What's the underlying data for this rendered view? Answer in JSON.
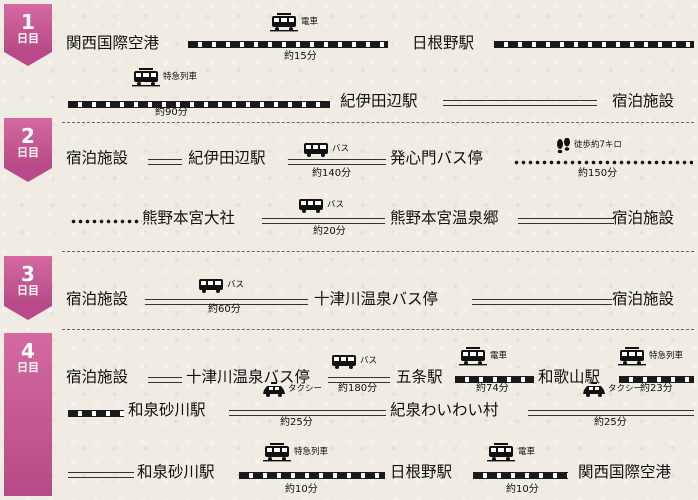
{
  "days": [
    {
      "num": "1",
      "unit": "日目"
    },
    {
      "num": "2",
      "unit": "日目"
    },
    {
      "num": "3",
      "unit": "日目"
    },
    {
      "num": "4",
      "unit": "日目"
    }
  ],
  "stations": {
    "kix": "関西国際空港",
    "hine": "日根野駅",
    "kii_tanabe": "紀伊田辺駅",
    "shukuhaku": "宿泊施設",
    "hosshinmon": "発心門バス停",
    "taisha": "熊野本宮大社",
    "hongu_onsen": "熊野本宮温泉郷",
    "totsukawa": "十津川温泉バス停",
    "gojo": "五条駅",
    "wakayama": "和歌山駅",
    "izumi_sunagawa": "和泉砂川駅",
    "waiwai": "紀泉わいわい村"
  },
  "modes": {
    "train": "電車",
    "ltd_express": "特急列車",
    "bus": "バス",
    "walk": "徒歩約7キロ",
    "taxi": "タクシー"
  },
  "durations": {
    "d1a": "約15分",
    "d1b": "約90分",
    "d2a": "約140分",
    "d2b": "約150分",
    "d2c": "約20分",
    "d3a": "約60分",
    "d4a": "約180分",
    "d4b": "約74分",
    "d4c": "約23分",
    "d4d": "約25分",
    "d4e": "約25分",
    "d4f": "約10分",
    "d4g": "約10分"
  },
  "icons": {
    "train": "train-icon",
    "bus": "bus-icon",
    "walk": "footprints-icon",
    "taxi": "taxi-icon"
  },
  "colors": {
    "day_tab": "#c5589a",
    "rail": "#1a1a1a"
  }
}
